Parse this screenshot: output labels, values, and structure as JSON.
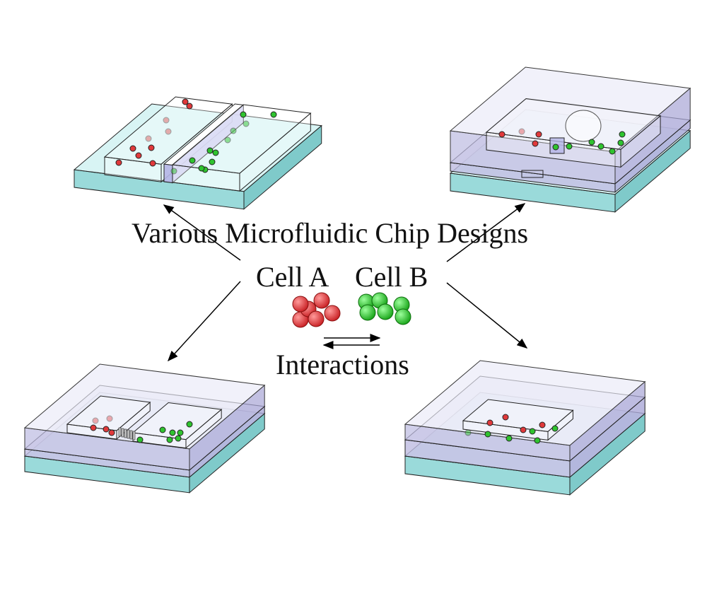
{
  "title": "Various Microfluidic Chip Designs",
  "cell_a_label": "Cell A",
  "cell_b_label": "Cell B",
  "interactions_label": "Interactions",
  "colors": {
    "cell_a": "#e0393b",
    "cell_b": "#2fc32f",
    "glass": "#8fd6d6",
    "pdms": "#b9b6da"
  }
}
